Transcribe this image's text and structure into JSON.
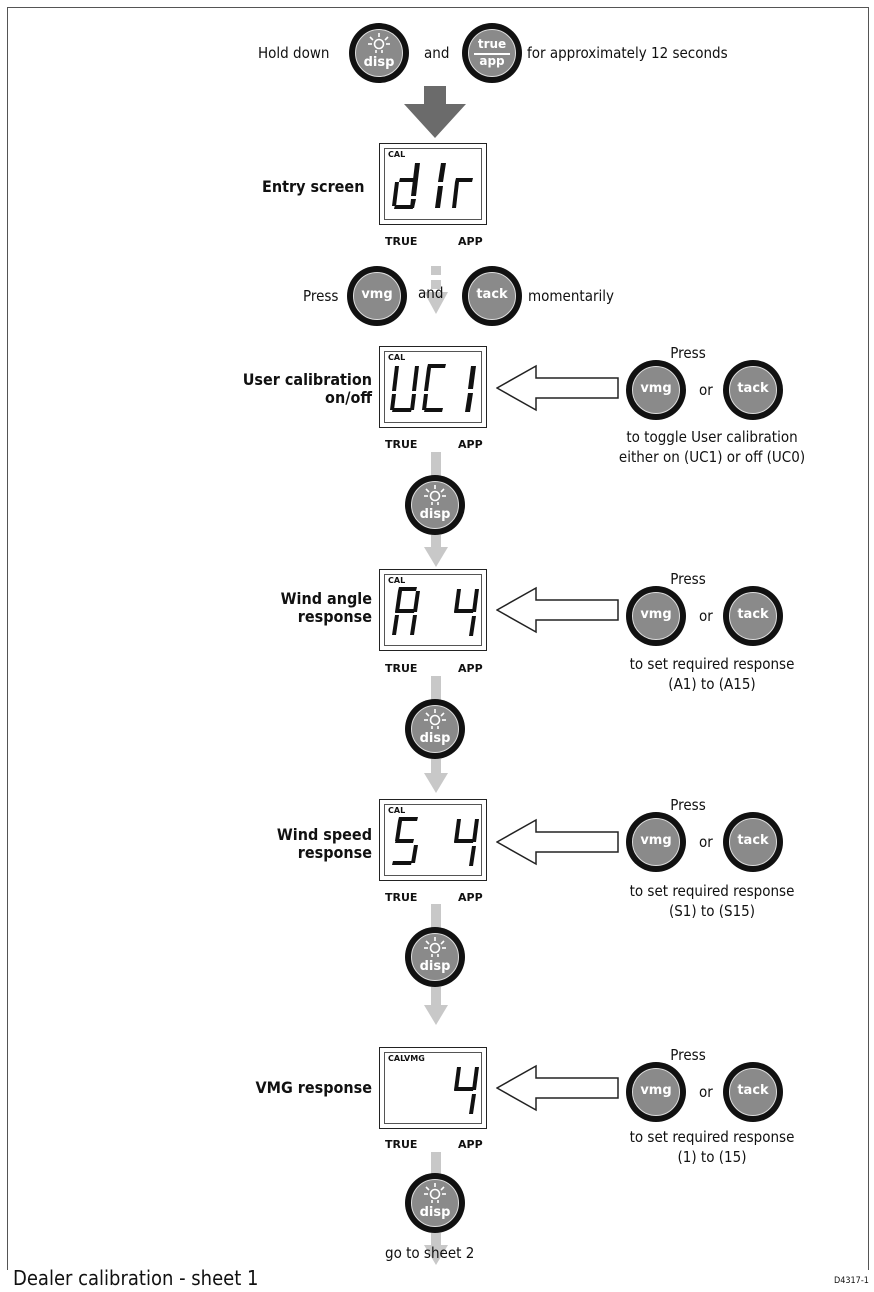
{
  "header": {
    "hold_down": "Hold down",
    "and": "and",
    "approx": "for approximately 12 seconds"
  },
  "buttons": {
    "disp": "disp",
    "true": "true",
    "app": "app",
    "vmg": "vmg",
    "tack": "tack"
  },
  "lcd_labels": {
    "true": "TRUE",
    "app": "APP"
  },
  "steps": [
    {
      "label": "Entry screen",
      "cal": "CAL",
      "display": "d 1r"
    },
    {
      "label_line1": "User calibration",
      "label_line2": "on/off",
      "cal": "CAL",
      "display": "UC 1",
      "press": "Press",
      "or": "or",
      "note_line1": "to toggle User calibration",
      "note_line2": "either on (UC1) or off (UC0)"
    },
    {
      "label_line1": "Wind angle",
      "label_line2": "response",
      "cal": "CAL",
      "display": "A  4",
      "press": "Press",
      "or": "or",
      "note_line1": "to set required response",
      "note_line2": "(A1) to (A15)"
    },
    {
      "label_line1": "Wind speed",
      "label_line2": "response",
      "cal": "CAL",
      "display": "5  4",
      "press": "Press",
      "or": "or",
      "note_line1": "to set required response",
      "note_line2": "(S1) to (S15)"
    },
    {
      "label": "VMG response",
      "cal": "CALVMG",
      "display": "4",
      "press": "Press",
      "or": "or",
      "note_line1": "to set required response",
      "note_line2": "(1) to (15)"
    }
  ],
  "press_row": {
    "press": "Press",
    "and": "and",
    "momentarily": "momentarily"
  },
  "footer": {
    "next": "go to sheet 2",
    "caption": "Dealer calibration - sheet 1",
    "code": "D4317-1"
  }
}
